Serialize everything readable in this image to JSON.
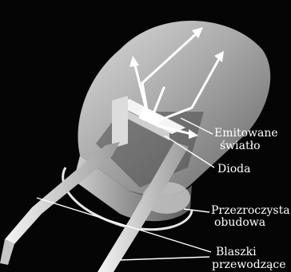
{
  "labels": {
    "emitted_light": [
      "Emitowane",
      "światło"
    ],
    "diode": "Dioda",
    "transparent_housing": [
      "Przezroczysta",
      "obudowa"
    ],
    "conductive_strips": [
      "Blaszki",
      "przewodzące"
    ]
  },
  "colors": {
    "background": "#050505",
    "housing": "#9a9a9a",
    "leads": "#d8d8d8",
    "light_arrows": "#ffffff",
    "label_text": "#ffffff"
  }
}
